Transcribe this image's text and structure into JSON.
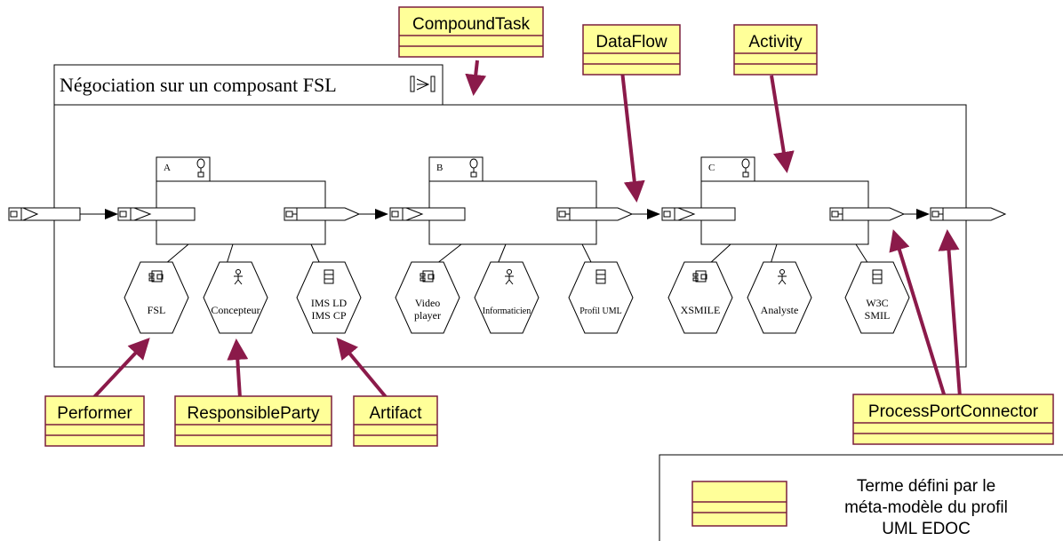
{
  "colors": {
    "annotation_fill": "#ffff99",
    "annotation_border": "#7a1f3d",
    "arrow": "#8b1a4a",
    "line": "#000000"
  },
  "diagram": {
    "title": "Négociation sur un composant FSL"
  },
  "activities": [
    {
      "id": "A",
      "resources": [
        {
          "kind": "component-icon",
          "lines": [
            "FSL"
          ]
        },
        {
          "kind": "actor-icon",
          "lines": [
            "Concepteur"
          ]
        },
        {
          "kind": "document-icon",
          "lines": [
            "IMS LD",
            "IMS CP"
          ]
        }
      ]
    },
    {
      "id": "B",
      "resources": [
        {
          "kind": "component-icon",
          "lines": [
            "Video",
            "player"
          ]
        },
        {
          "kind": "actor-icon",
          "lines": [
            "Informaticien"
          ]
        },
        {
          "kind": "document-icon",
          "lines": [
            "Profil UML"
          ]
        }
      ]
    },
    {
      "id": "C",
      "resources": [
        {
          "kind": "component-icon",
          "lines": [
            "XSMILE"
          ]
        },
        {
          "kind": "actor-icon",
          "lines": [
            "Analyste"
          ]
        },
        {
          "kind": "document-icon",
          "lines": [
            "W3C",
            "SMIL"
          ]
        }
      ]
    }
  ],
  "annotations": {
    "compound_task": "CompoundTask",
    "data_flow": "DataFlow",
    "activity": "Activity",
    "performer": "Performer",
    "responsible_party": "ResponsibleParty",
    "artifact": "Artifact",
    "process_port_connector": "ProcessPortConnector"
  },
  "legend": {
    "lines": [
      "Terme défini par le",
      "méta-modèle du profil",
      "UML EDOC"
    ]
  }
}
